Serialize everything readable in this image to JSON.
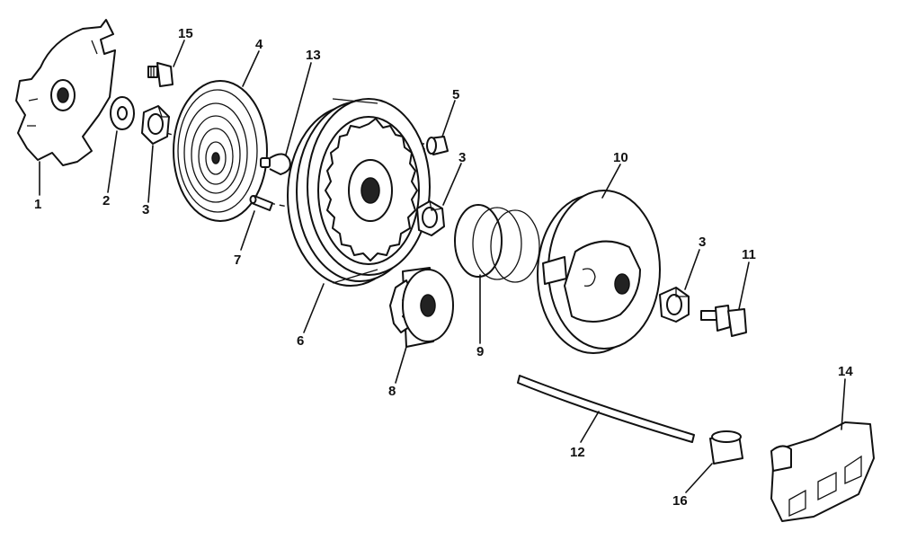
{
  "labels": {
    "p1": "1",
    "p2": "2",
    "p3a": "3",
    "p3b": "3",
    "p3c": "3",
    "p4": "4",
    "p5": "5",
    "p6": "6",
    "p7": "7",
    "p8": "8",
    "p9": "9",
    "p10": "10",
    "p11": "11",
    "p12": "12",
    "p13": "13",
    "p14": "14",
    "p15": "15",
    "p16": "16"
  }
}
